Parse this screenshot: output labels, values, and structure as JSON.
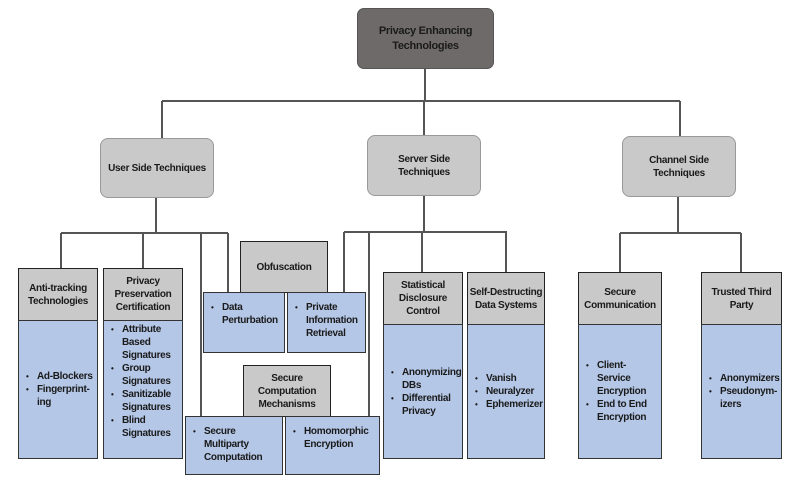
{
  "root": {
    "label": "Privacy Enhancing Technologies"
  },
  "categories": {
    "user": "User Side Techniques",
    "server": "Server Side Techniques",
    "channel": "Channel Side Techniques"
  },
  "groups": {
    "anti_tracking": {
      "title": "Anti-tracking Technologies",
      "items": [
        "Ad-Blockers",
        "Fingerprint-ing"
      ]
    },
    "privacy_preservation": {
      "title": "Privacy Preservation Certification",
      "items": [
        "Attribute Based Signatures",
        "Group Signatures",
        "Sanitizable Signatures",
        "Blind Signatures"
      ]
    },
    "obfuscation": {
      "title": "Obfuscation",
      "items": [
        "Data Perturbation",
        "Private Information Retrieval"
      ]
    },
    "secure_computation": {
      "title": "Secure Computation Mechanisms",
      "items": [
        "Secure Multiparty Computation",
        "Homomorphic Encryption"
      ]
    },
    "statistical": {
      "title": "Statistical Disclosure Control",
      "items": [
        "Anonymizing DBs",
        "Differential Privacy"
      ]
    },
    "self_destructing": {
      "title": "Self-Destructing Data Systems",
      "items": [
        "Vanish",
        "Neuralyzer",
        "Ephemerizer"
      ]
    },
    "secure_comm": {
      "title": "Secure Communication",
      "items": [
        "Client-Service Encryption",
        "End to End Encryption"
      ]
    },
    "trusted_third": {
      "title": "Trusted Third Party",
      "items": [
        "Anonymizers",
        "Pseudonym-izers"
      ]
    }
  },
  "colors": {
    "root": "#6e6a6a",
    "category": "#c9c9c9",
    "header": "#c9c9c9",
    "body": "#b4c7e7",
    "line": "#555555"
  }
}
